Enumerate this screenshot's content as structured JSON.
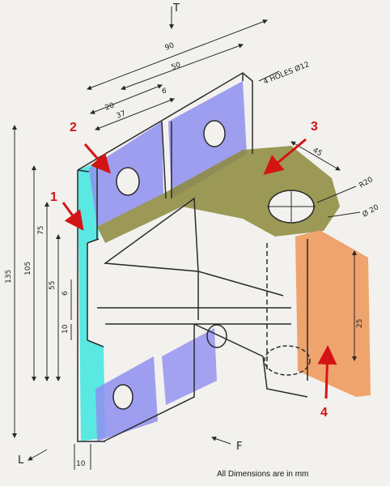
{
  "view_labels": {
    "top": "T",
    "left": "L",
    "front": "F"
  },
  "dimensions": {
    "d90": "90",
    "d50": "50",
    "d20": "20",
    "d37": "37",
    "d6_top": "6",
    "d45": "45",
    "r20": "R20",
    "dia20": "Ø 20",
    "holes": "4 HOLES Ø12",
    "d135": "135",
    "d105": "105",
    "d75": "75",
    "d55": "55",
    "d6_left": "6",
    "d10_left": "10",
    "d10_bottom": "10",
    "d25": "25"
  },
  "callouts": [
    "1",
    "2",
    "3",
    "4"
  ],
  "colors": {
    "cyan": "#3fe6e0",
    "lavender": "#8f8ff0",
    "olive": "#8c8a3a",
    "orange": "#ee9a5e",
    "arrow": "#d41414",
    "line": "#2a2a2a"
  },
  "footer_note": "All Dimensions are in mm"
}
